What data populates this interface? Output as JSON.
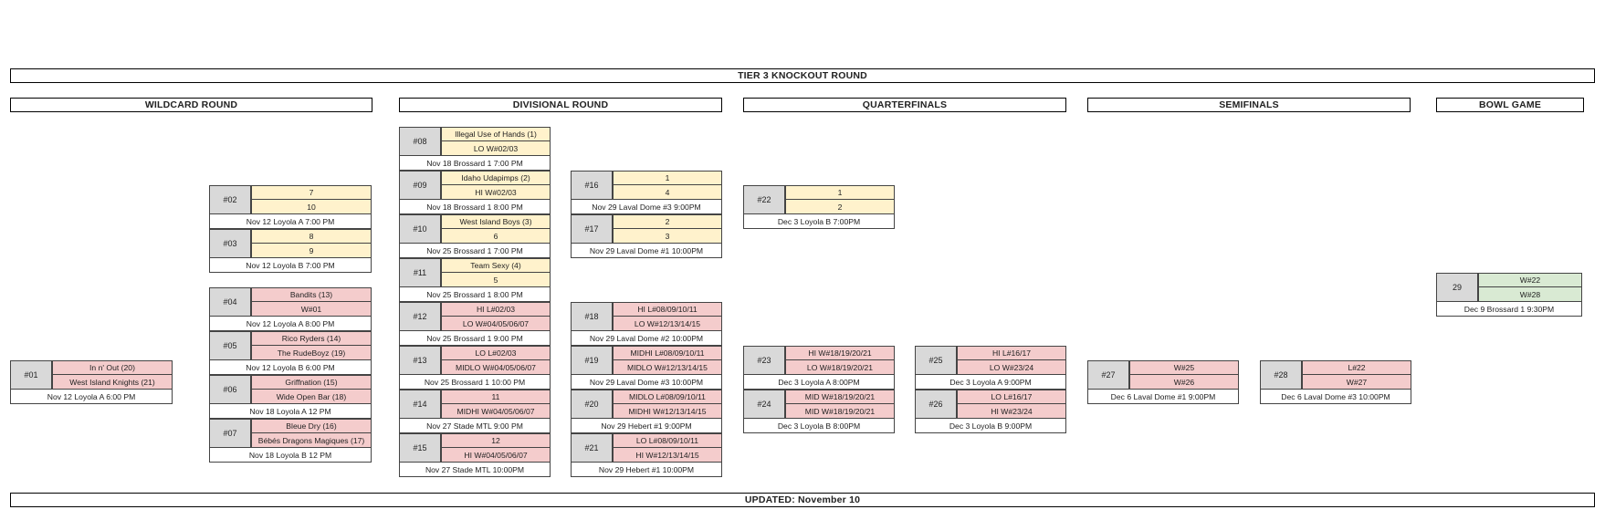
{
  "title": "TIER 3 KNOCKOUT ROUND",
  "rounds": {
    "wildcard": "WILDCARD ROUND",
    "divisional": "DIVISIONAL ROUND",
    "quarterfinals": "QUARTERFINALS",
    "semifinals": "SEMIFINALS",
    "bowl": "BOWL GAME"
  },
  "updated": "UPDATED: November 10",
  "colors": {
    "upper_bracket": "#fff2cc",
    "lower_bracket": "#f4cccc",
    "final": "#d9ead3",
    "game_number": "#d9d9d9"
  },
  "games": {
    "g01": {
      "num": "#01",
      "team1": "In n' Out (20)",
      "team2": "West Island Knights (21)",
      "info": "Nov 12 Loyola A 6:00 PM"
    },
    "g02": {
      "num": "#02",
      "team1": "7",
      "team2": "10",
      "info": "Nov 12 Loyola A 7:00 PM"
    },
    "g03": {
      "num": "#03",
      "team1": "8",
      "team2": "9",
      "info": "Nov 12 Loyola B 7:00 PM"
    },
    "g04": {
      "num": "#04",
      "team1": "Bandits (13)",
      "team2": "W#01",
      "info": "Nov 12 Loyola A 8:00 PM"
    },
    "g05": {
      "num": "#05",
      "team1": "Rico Ryders (14)",
      "team2": "The RudeBoyz (19)",
      "info": "Nov 12 Loyola B 6:00 PM"
    },
    "g06": {
      "num": "#06",
      "team1": "Griffnation (15)",
      "team2": "Wide Open Bar (18)",
      "info": "Nov 18 Loyola A 12 PM"
    },
    "g07": {
      "num": "#07",
      "team1": "Bleue Dry (16)",
      "team2": "Bébés Dragons Magiques (17)",
      "info": "Nov 18 Loyola B 12 PM"
    },
    "g08": {
      "num": "#08",
      "team1": "Illegal Use of Hands (1)",
      "team2": "LO W#02/03",
      "info": "Nov 18 Brossard 1 7:00 PM"
    },
    "g09": {
      "num": "#09",
      "team1": "Idaho Udapimps (2)",
      "team2": "HI W#02/03",
      "info": "Nov 18 Brossard 1 8:00 PM"
    },
    "g10": {
      "num": "#10",
      "team1": "West Island Boys (3)",
      "team2": "6",
      "info": "Nov 25 Brossard 1 7:00 PM"
    },
    "g11": {
      "num": "#11",
      "team1": "Team Sexy (4)",
      "team2": "5",
      "info": "Nov 25 Brossard 1 8:00 PM"
    },
    "g12": {
      "num": "#12",
      "team1": "HI L#02/03",
      "team2": "LO W#04/05/06/07",
      "info": "Nov 25 Brossard 1 9:00 PM"
    },
    "g13": {
      "num": "#13",
      "team1": "LO L#02/03",
      "team2": "MIDLO W#04/05/06/07",
      "info": "Nov 25 Brossard 1 10:00 PM"
    },
    "g14": {
      "num": "#14",
      "team1": "11",
      "team2": "MIDHI W#04/05/06/07",
      "info": "Nov 27 Stade MTL 9:00 PM"
    },
    "g15": {
      "num": "#15",
      "team1": "12",
      "team2": "HI W#04/05/06/07",
      "info": "Nov 27 Stade MTL 10:00PM"
    },
    "g16": {
      "num": "#16",
      "team1": "1",
      "team2": "4",
      "info": "Nov 29 Laval Dome #3 9:00PM"
    },
    "g17": {
      "num": "#17",
      "team1": "2",
      "team2": "3",
      "info": "Nov 29 Laval Dome #1 10:00PM"
    },
    "g18": {
      "num": "#18",
      "team1": "HI L#08/09/10/11",
      "team2": "LO W#12/13/14/15",
      "info": "Nov 29 Laval Dome #2 10:00PM"
    },
    "g19": {
      "num": "#19",
      "team1": "MIDHI L#08/09/10/11",
      "team2": "MIDLO W#12/13/14/15",
      "info": "Nov 29 Laval Dome #3 10:00PM"
    },
    "g20": {
      "num": "#20",
      "team1": "MIDLO L#08/09/10/11",
      "team2": "MIDHI W#12/13/14/15",
      "info": "Nov 29 Hebert #1 9:00PM"
    },
    "g21": {
      "num": "#21",
      "team1": "LO L#08/09/10/11",
      "team2": "HI W#12/13/14/15",
      "info": "Nov 29 Hebert #1 10:00PM"
    },
    "g22": {
      "num": "#22",
      "team1": "1",
      "team2": "2",
      "info": "Dec 3 Loyola B 7:00PM"
    },
    "g23": {
      "num": "#23",
      "team1": "HI W#18/19/20/21",
      "team2": "LO W#18/19/20/21",
      "info": "Dec 3 Loyola A 8:00PM"
    },
    "g24": {
      "num": "#24",
      "team1": "MID W#18/19/20/21",
      "team2": "MID W#18/19/20/21",
      "info": "Dec 3 Loyola B 8:00PM"
    },
    "g25": {
      "num": "#25",
      "team1": "HI L#16/17",
      "team2": "LO W#23/24",
      "info": "Dec 3 Loyola A 9:00PM"
    },
    "g26": {
      "num": "#26",
      "team1": "LO L#16/17",
      "team2": "HI W#23/24",
      "info": "Dec 3 Loyola B 9:00PM"
    },
    "g27": {
      "num": "#27",
      "team1": "W#25",
      "team2": "W#26",
      "info": "Dec 6 Laval Dome #1 9:00PM"
    },
    "g28": {
      "num": "#28",
      "team1": "L#22",
      "team2": "W#27",
      "info": "Dec 6 Laval Dome #3 10:00PM"
    },
    "g29": {
      "num": "29",
      "team1": "W#22",
      "team2": "W#28",
      "info": "Dec 9 Brossard 1 9:30PM"
    }
  }
}
